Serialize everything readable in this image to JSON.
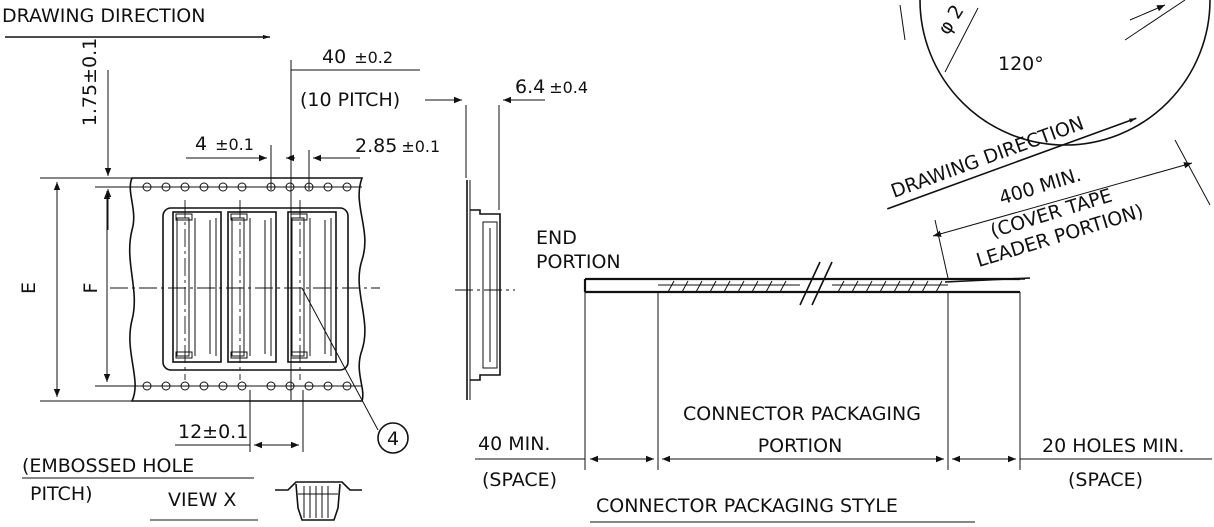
{
  "labels": {
    "drawing_direction_top": "DRAWING DIRECTION",
    "drawing_direction_diag": "DRAWING DIRECTION",
    "dim_175": "1.75±0.1",
    "dim_40_val": "40",
    "dim_40_tol": "±0.2",
    "ten_pitch": "(10 PITCH)",
    "dim_64_val": "6.4",
    "dim_64_tol": "±0.4",
    "dim_4_val": "4",
    "dim_4_tol": "±0.1",
    "dim_285_val": "2.85",
    "dim_285_tol": "±0.1",
    "letter_e": "E",
    "letter_f": "F",
    "dim_12": "12±0.1",
    "embossed_line1": "(EMBOSSED HOLE",
    "embossed_line2": "PITCH)",
    "view_x": "VIEW X",
    "balloon_4": "4",
    "angle_120": "120°",
    "phi_label": "φ 2",
    "end_line1": "END",
    "end_line2": "PORTION",
    "min_400": "400 MIN.",
    "cover_tape_line1": "(COVER TAPE",
    "cover_tape_line2": "LEADER PORTION)",
    "min_40": "40 MIN.",
    "space_left": "(SPACE)",
    "cpp_line1": "CONNECTOR PACKAGING",
    "cpp_line2": "PORTION",
    "holes_20": "20 HOLES MIN.",
    "space_right": "(SPACE)",
    "style_title": "CONNECTOR PACKAGING STYLE"
  }
}
